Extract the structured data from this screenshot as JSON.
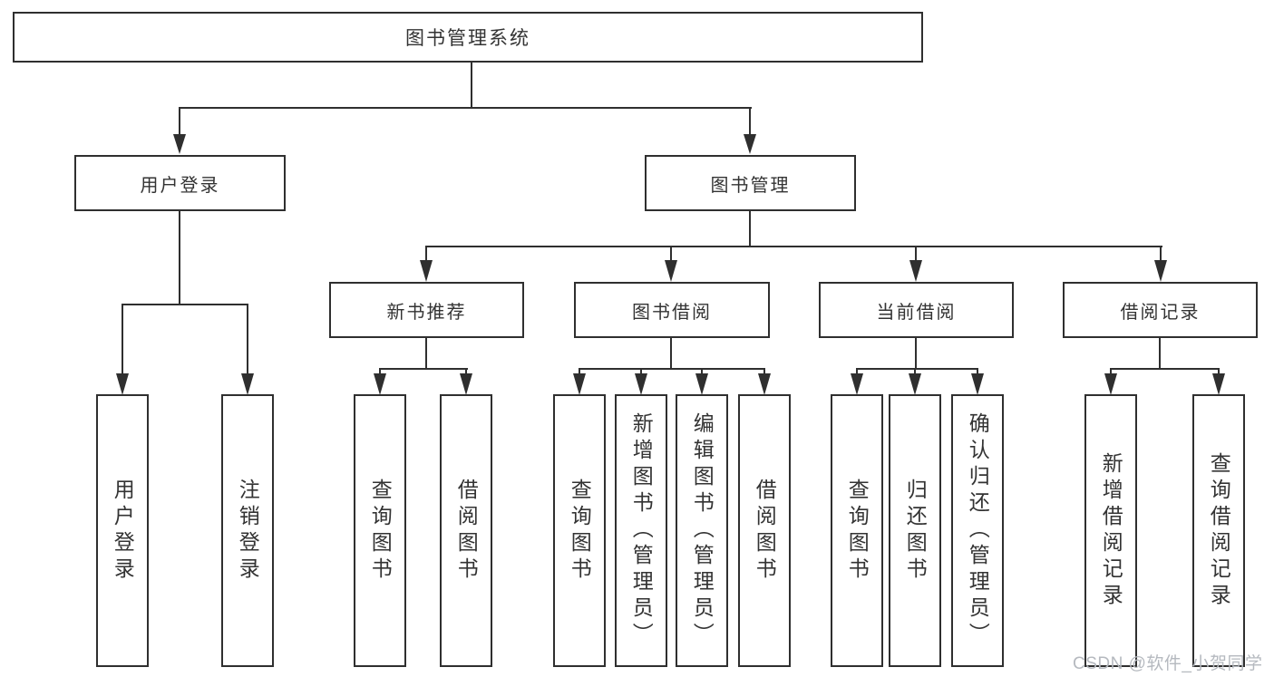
{
  "diagram": {
    "type": "hierarchy",
    "title": "图书管理系统",
    "colors": {
      "line": "#2f2f2f",
      "box_border": "#2f2f2f",
      "text": "#333333",
      "background": "#ffffff",
      "watermark": "#b5b9bf"
    },
    "tree": {
      "root": {
        "label": "图书管理系统"
      },
      "branches": [
        {
          "label": "用户登录",
          "children": [
            {
              "label": "用户登录"
            },
            {
              "label": "注销登录"
            }
          ]
        },
        {
          "label": "图书管理",
          "children": [
            {
              "label": "新书推荐",
              "children": [
                {
                  "label": "查询图书"
                },
                {
                  "label": "借阅图书"
                }
              ]
            },
            {
              "label": "图书借阅",
              "children": [
                {
                  "label": "查询图书"
                },
                {
                  "label": "新增图书（管理员）"
                },
                {
                  "label": "编辑图书（管理员）"
                },
                {
                  "label": "借阅图书"
                }
              ]
            },
            {
              "label": "当前借阅",
              "children": [
                {
                  "label": "查询图书"
                },
                {
                  "label": "归还图书"
                },
                {
                  "label": "确认归还（管理员）"
                }
              ]
            },
            {
              "label": "借阅记录",
              "children": [
                {
                  "label": "新增借阅记录"
                },
                {
                  "label": "查询借阅记录"
                }
              ]
            }
          ]
        }
      ]
    },
    "watermark": {
      "text": "CSDN @软件_小贺同学"
    }
  }
}
